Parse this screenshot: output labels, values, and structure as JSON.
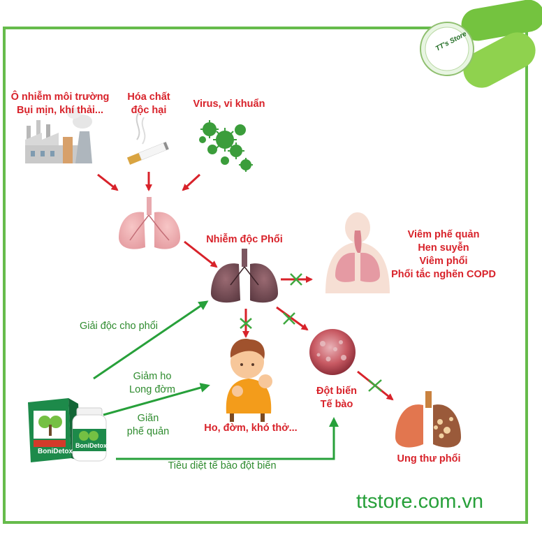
{
  "logo": {
    "store": "TT's Store"
  },
  "causes": {
    "pollution": [
      "Ô nhiễm môi trường",
      "Bụi mịn, khí thải..."
    ],
    "chemicals": [
      "Hóa chất",
      "độc hại"
    ],
    "microbes": [
      "Virus, vi khuẩn"
    ]
  },
  "lung_poisoning": "Nhiễm độc Phổi",
  "diseases": [
    "Viêm phế quản",
    "Hen suyễn",
    "Viêm phổi",
    "Phổi tắc nghẽn COPD"
  ],
  "symptoms": "Ho, đờm, khó thở...",
  "mutation": [
    "Đột biến",
    "Tế bào"
  ],
  "cancer": "Ung thư phổi",
  "product": {
    "name": "BoniDetox"
  },
  "benefits": {
    "detox": "Giải độc cho phổi",
    "cough": [
      "Giảm ho",
      "Long đờm"
    ],
    "bronchi": [
      "Giãn",
      "phế quản"
    ],
    "kill_cells": "Tiêu diệt tế bào đột biến"
  },
  "website": "ttstore.com.vn",
  "colors": {
    "red": "#d8222a",
    "green": "#66bb4b",
    "text_green": "#2e8b2e"
  }
}
